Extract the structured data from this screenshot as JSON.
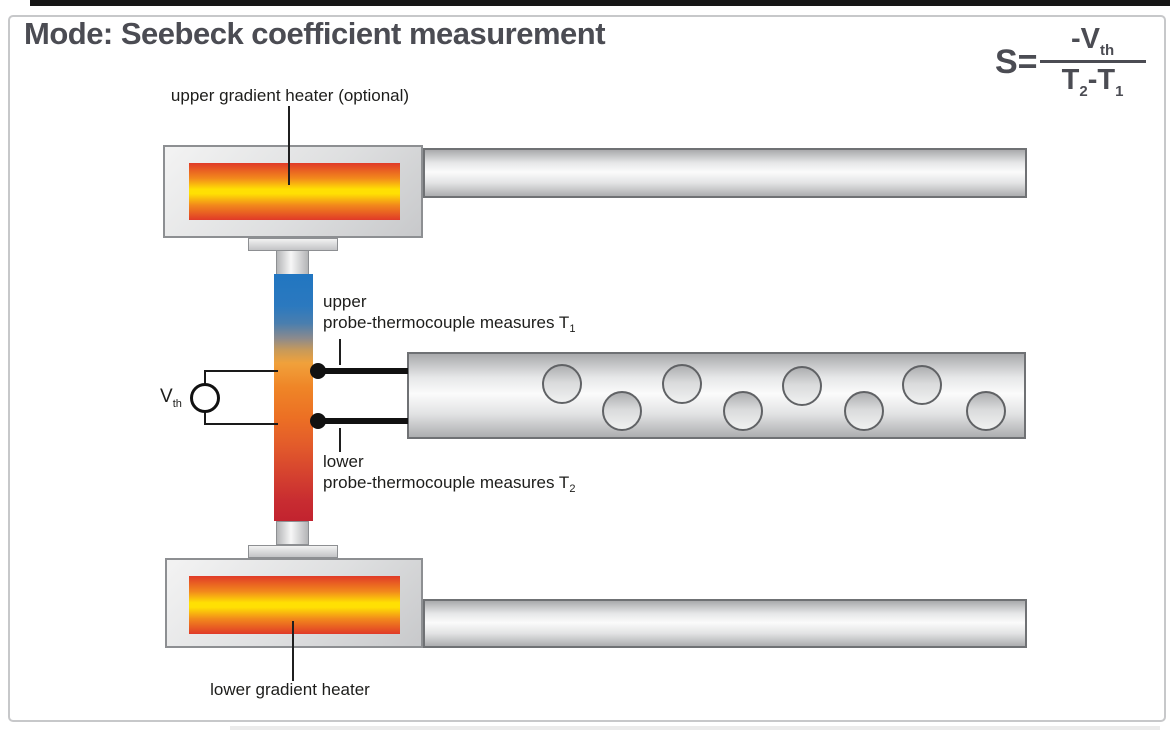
{
  "title": "Mode: Seebeck coefficient measurement",
  "formula": {
    "lhs": "S=",
    "numerator": "-V",
    "numerator_sub": "th",
    "denominator_t2": "T",
    "denominator_t2_sub": "2",
    "minus": "-",
    "denominator_t1": "T",
    "denominator_t1_sub": "1"
  },
  "labels": {
    "upper_heater": "upper gradient heater (optional)",
    "lower_heater": "lower gradient heater",
    "upper_probe_line1": "upper",
    "upper_probe_line2": "probe-thermocouple measures T",
    "upper_probe_sub": "1",
    "lower_probe_line1": "lower",
    "lower_probe_line2": "probe-thermocouple measures T",
    "lower_probe_sub": "2",
    "voltage": "V",
    "voltage_sub": "th"
  },
  "colors": {
    "title_text": "#4b4c53",
    "label_text": "#1d1d1b",
    "heater_edge_red": "#e03a28",
    "heater_center_yellow": "#ffe003",
    "sample_cold_blue": "#2176c1",
    "sample_hot_red": "#c2232f",
    "metal_light": "#fbfbfb",
    "metal_dark": "#a9aaac",
    "outline_gray": "#6f7174",
    "frame_gray": "#c7c8ca"
  }
}
